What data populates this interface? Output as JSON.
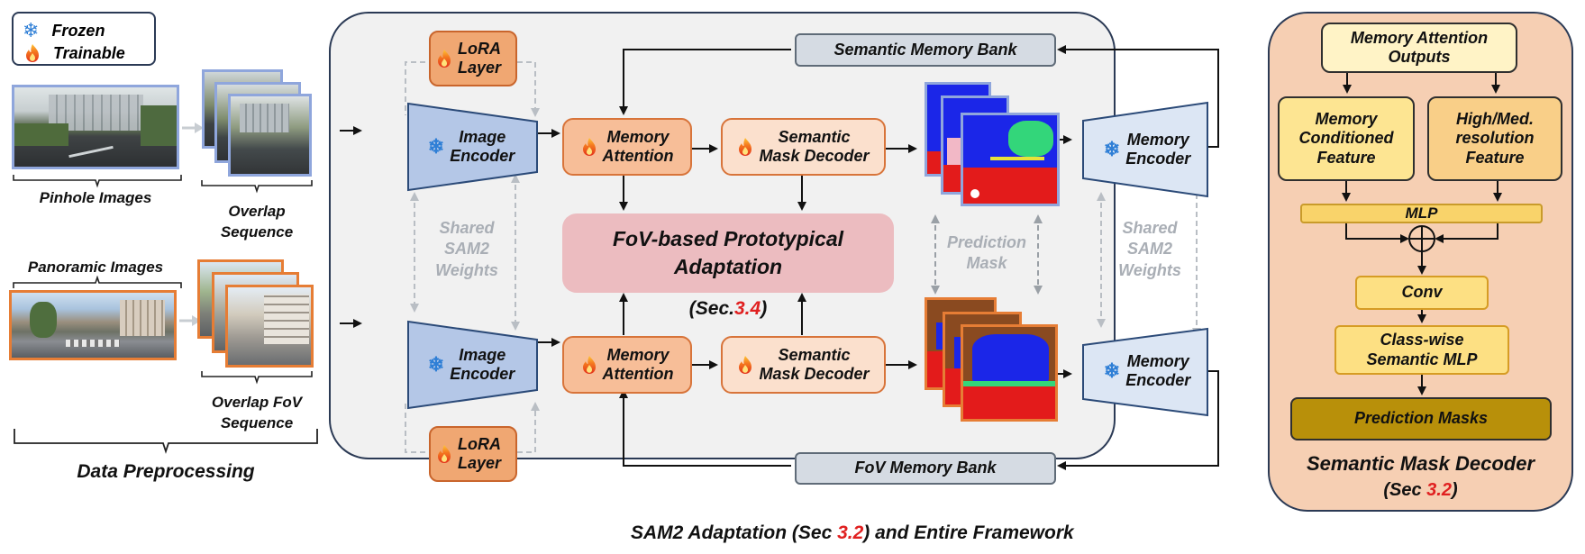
{
  "legend": {
    "frozen": "Frozen",
    "trainable": "Trainable"
  },
  "left": {
    "pinhole_images": "Pinhole Images",
    "overlap_sequence_1": "Overlap",
    "overlap_sequence_2": "Sequence",
    "panoramic_images": "Panoramic Images",
    "overlap_fov_1": "Overlap FoV",
    "overlap_fov_2": "Sequence",
    "data_preprocessing": "Data Preprocessing"
  },
  "middle": {
    "semantic_memory_bank": "Semantic Memory Bank",
    "fov_memory_bank": "FoV Memory Bank",
    "lora_1": "LoRA",
    "lora_2": "Layer",
    "image_encoder_1": "Image",
    "image_encoder_2": "Encoder",
    "memory_attention_1": "Memory",
    "memory_attention_2": "Attention",
    "semantic_mask_decoder_1": "Semantic",
    "semantic_mask_decoder_2": "Mask Decoder",
    "memory_encoder_1": "Memory",
    "memory_encoder_2": "Encoder",
    "fov_adaptation_1": "FoV-based Prototypical",
    "fov_adaptation_2": "Adaptation",
    "sec_prefix": "(Sec.",
    "sec_num": "3.4",
    "sec_suffix": ")",
    "shared_1": "Shared",
    "shared_2": "SAM2",
    "shared_3": "Weights",
    "prediction_1": "Prediction",
    "prediction_2": "Mask",
    "caption_prefix": "SAM2 Adaptation (Sec ",
    "caption_num": "3.2",
    "caption_suffix": ") and Entire Framework"
  },
  "right": {
    "memory_attention_outputs_1": "Memory Attention",
    "memory_attention_outputs_2": "Outputs",
    "memory_conditioned_1": "Memory",
    "memory_conditioned_2": "Conditioned",
    "memory_conditioned_3": "Feature",
    "high_res_1": "High/Med.",
    "high_res_2": "resolution",
    "high_res_3": "Feature",
    "mlp": "MLP",
    "conv": "Conv",
    "classwise_1": "Class-wise",
    "classwise_2": "Semantic MLP",
    "prediction_masks": "Prediction Masks",
    "title": "Semantic Mask Decoder",
    "sec_prefix": "(Sec ",
    "sec_num": "3.2",
    "sec_suffix": ")"
  },
  "colors": {
    "trainable_orange": "#f7c9a6",
    "frozen_blue": "#b4c7e7",
    "decoder_panel": "#f6cfb3",
    "accent_red": "#e02020"
  }
}
